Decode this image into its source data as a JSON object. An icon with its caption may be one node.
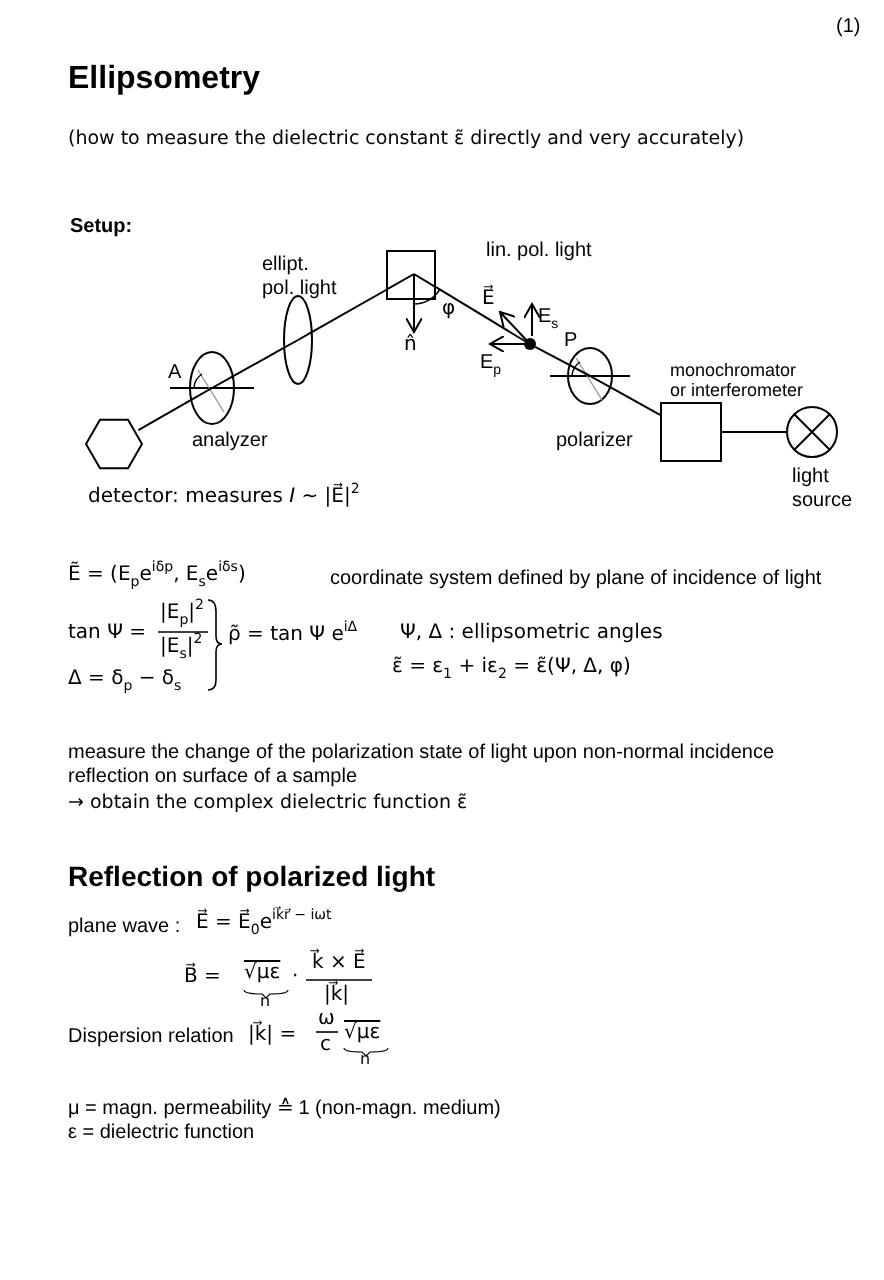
{
  "diagram": {
    "title": "Ellipsometry",
    "nodes": [
      {
        "text": [],
        "shape": "box"
      },
      {
        "text": [],
        "shape": "ellipse",
        "beside": [
          "ellipt. pol. light"
        ]
      },
      {
        "text": [],
        "shape": "circle"
      },
      {
        "text": [],
        "shape": "ellipse",
        "beside": [
          "A",
          "analyzer"
        ]
      },
      {
        "text": [],
        "shape": "ellipse",
        "beside": [
          "P",
          "polarizer"
        ]
      },
      {
        "text": [],
        "shape": "box",
        "beside": [
          "monochromator or interferometer"
        ]
      },
      {
        "text": [],
        "shape": "hexagon",
        "beside": [
          "detector: measures  *I* ~ |E⃗|$^{2}$"
        ]
      },
      {
        "text": [],
        "shape": "circle",
        "beside": [
          "light source"
        ]
      }
    ],
    "edges": [
      {
        "from": 7,
        "to": 5,
        "arrow": "none"
      },
      {
        "from": 5,
        "to": 4,
        "arrow": "none"
      },
      {
        "from": 4,
        "to": 2,
        "arrow": "none"
      },
      {
        "from": 2,
        "to": 0,
        "arrow": "none"
      },
      {
        "from": 0,
        "to": 1,
        "arrow": "none"
      },
      {
        "from": 1,
        "to": 3,
        "arrow": "none"
      },
      {
        "from": 3,
        "to": 6,
        "arrow": "none"
      }
    ],
    "labels": [
      "(1)",
      "(how to measure the dielectric constant ε̃ directly and very accurately)",
      "Setup:",
      "lin. pol. light",
      "E⃗",
      "E$_{s}$",
      "E$_{p}$",
      "n̂",
      "φ",
      "Ẽ = (E$_{p}$e$^{iδp}$, E$_{s}$e$^{iδs}$)",
      "coordinate system defined by plane of incidence of light",
      "tan Ψ =",
      "|E$_{p}$|$^{2}$",
      "|E$_{s}$|$^{2}$",
      "ρ̃ = tan Ψ e$^{iΔ}$",
      "Ψ, Δ :  ellipsometric angles",
      "Δ = δ$_{p}$ − δ$_{s}$",
      "ε̃ = ε$_{1}$ + iε$_{2}$ = ε̃(Ψ, Δ, φ)",
      "measure the change of the polarization state of light upon non-normal incidence reflection on surface of a sample",
      "→ obtain the complex dielectric function ε̃",
      "Reflection of polarized light",
      "plane wave :",
      "E⃗ = E⃗$_{0}$e$^{ik⃗r⃗ − iωt}$",
      "B⃗ =",
      "√με",
      "n",
      "·",
      "k⃗ × E⃗",
      "|k⃗|",
      "Dispersion relation",
      "|k⃗| =",
      "ω",
      "c",
      "√με",
      "n",
      "μ = magn. permeability ≙ 1 (non-magn. medium)",
      "ε = dielectric function"
    ]
  }
}
